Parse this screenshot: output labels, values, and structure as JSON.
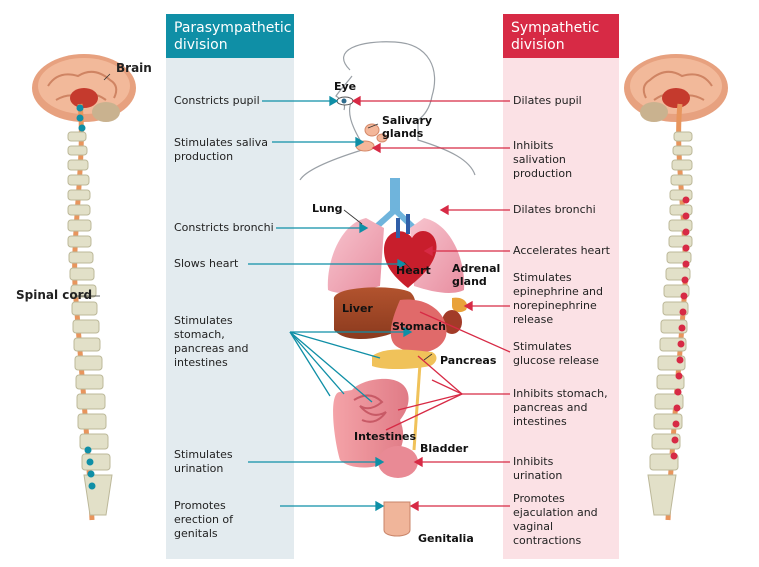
{
  "headers": {
    "parasympathetic": "Parasympathetic division",
    "sympathetic": "Sympathetic division"
  },
  "colors": {
    "parasympathetic": "#0f8fa6",
    "sympathetic": "#d72a45",
    "para_bg": "#e3ebef",
    "sym_bg": "#fbe1e5"
  },
  "spine_labels": {
    "brain": "Brain",
    "spinal_cord": "Spinal cord"
  },
  "organs": {
    "eye": "Eye",
    "salivary": "Salivary glands",
    "lung": "Lung",
    "heart": "Heart",
    "adrenal": "Adrenal gland",
    "liver": "Liver",
    "stomach": "Stomach",
    "pancreas": "Pancreas",
    "intestines": "Intestines",
    "bladder": "Bladder",
    "genitalia": "Genitalia"
  },
  "parasympathetic_effects": [
    "Constricts pupil",
    "Stimulates saliva production",
    "Constricts bronchi",
    "Slows heart",
    "Stimulates stomach, pancreas and intestines",
    "Stimulates urination",
    "Promotes erection of genitals"
  ],
  "sympathetic_effects": [
    "Dilates pupil",
    "Inhibits salivation production",
    "Dilates bronchi",
    "Accelerates heart",
    "Stimulates epinephrine and norepinephrine release",
    "Stimulates glucose release",
    "Inhibits stomach, pancreas and intestines",
    "Inhibits urination",
    "Promotes ejaculation and vaginal contractions"
  ]
}
